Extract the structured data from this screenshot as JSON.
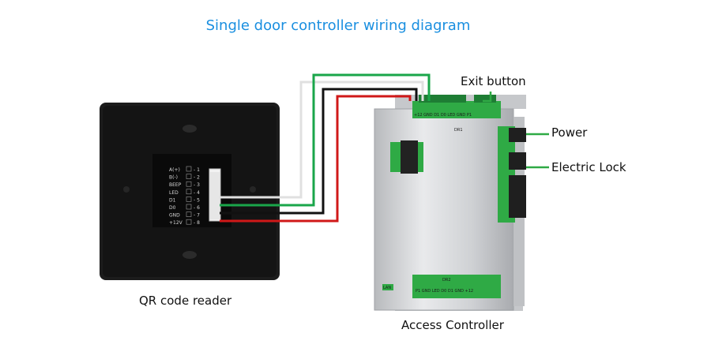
{
  "title": "Single door controller wiring diagram",
  "labels": {
    "reader": "QR code reader",
    "controller": "Access Controller",
    "exit_button": "Exit button",
    "power": "Power",
    "electric_lock": "Electric Lock"
  },
  "reader_pins": [
    {
      "label": "A(+)",
      "num": "1"
    },
    {
      "label": "B(-)",
      "num": "2"
    },
    {
      "label": "BEEP",
      "num": "3"
    },
    {
      "label": "LED",
      "num": "4"
    },
    {
      "label": "D1",
      "num": "5"
    },
    {
      "label": "D0",
      "num": "6"
    },
    {
      "label": "GND",
      "num": "7"
    },
    {
      "label": "+12V",
      "num": "8"
    }
  ],
  "wire_colors": {
    "d1": "#e0e0e0",
    "d0": "#1aa64a",
    "gnd": "#111111",
    "power": "#d01818"
  },
  "board_labels": {
    "dr1": "DR1",
    "dr2": "DR2",
    "lan": "LAN",
    "top_terminals": "+12 GND D1 D0 LED   GND P1",
    "bottom_terminals": "P1 GND   LED D0 D1 GND +12"
  },
  "colors": {
    "title": "#1a8fe0",
    "pcb": "#2faa45"
  }
}
